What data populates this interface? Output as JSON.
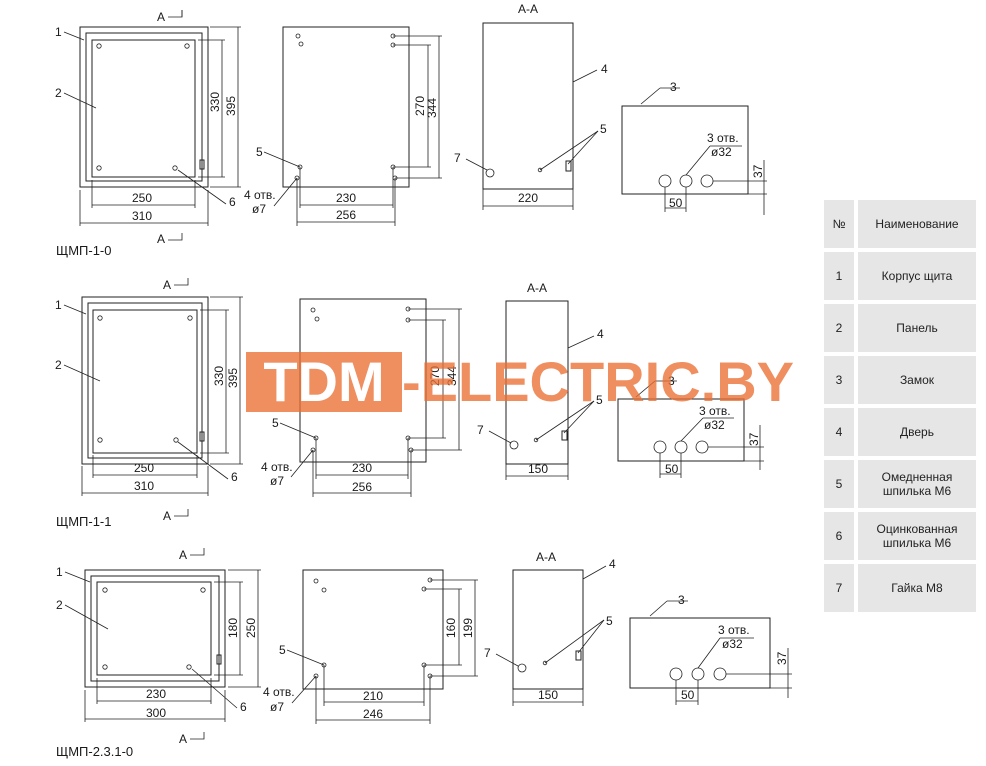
{
  "watermark": {
    "part1": "TDM",
    "part2": "-ELECTRIC.BY"
  },
  "legend": {
    "headers": [
      "№",
      "Наименование"
    ],
    "rows": [
      {
        "num": "1",
        "name": "Корпус щита"
      },
      {
        "num": "2",
        "name": "Панель"
      },
      {
        "num": "3",
        "name": "Замок"
      },
      {
        "num": "4",
        "name": "Дверь"
      },
      {
        "num": "5",
        "name": "Омедненная шпилька М6"
      },
      {
        "num": "6",
        "name": "Оцинкованная шпилька М6"
      },
      {
        "num": "7",
        "name": "Гайка М8"
      }
    ]
  },
  "section_label": "A",
  "section_view_label": "A-A",
  "holes_4": "4 отв.",
  "holes_4_dia": "ø7",
  "holes_3": "3 отв.",
  "holes_3_dia": "ø32",
  "lock_dim_w": "50",
  "lock_dim_h": "37",
  "rows": [
    {
      "model": "ЩМП-1-0",
      "front_inner_w": "250",
      "front_outer_w": "310",
      "front_inner_h": "330",
      "front_outer_h": "395",
      "back_inner_h": "270",
      "back_outer_h": "344",
      "back_inner_w": "230",
      "back_outer_w": "256",
      "side_w": "220"
    },
    {
      "model": "ЩМП-1-1",
      "front_inner_w": "250",
      "front_outer_w": "310",
      "front_inner_h": "330",
      "front_outer_h": "395",
      "back_inner_h": "270",
      "back_outer_h": "344",
      "back_inner_w": "230",
      "back_outer_w": "256",
      "side_w": "150"
    },
    {
      "model": "ЩМП-2.3.1-0",
      "front_inner_w": "230",
      "front_outer_w": "300",
      "front_inner_h": "180",
      "front_outer_h": "250",
      "back_inner_h": "160",
      "back_outer_h": "199",
      "back_inner_w": "210",
      "back_outer_w": "246",
      "side_w": "150"
    }
  ],
  "callouts": {
    "c1": "1",
    "c2": "2",
    "c3": "3",
    "c4": "4",
    "c5": "5",
    "c6": "6",
    "c7": "7"
  }
}
